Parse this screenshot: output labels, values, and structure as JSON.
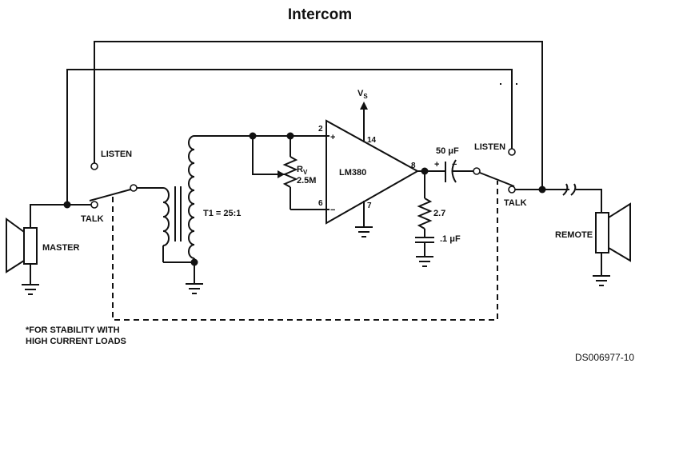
{
  "title": "Intercom",
  "doc_id": "DS006977-10",
  "footnote": {
    "line1": "*FOR STABILITY WITH",
    "line2": "HIGH CURRENT LOADS"
  },
  "labels": {
    "listen_left": "LISTEN",
    "talk_left": "TALK",
    "master": "MASTER",
    "transformer": "T1 = 25:1",
    "rv_name": "R",
    "rv_sub": "V",
    "rv_value": "2.5M",
    "supply_name": "V",
    "supply_sub": "S",
    "opamp": "LM380",
    "pin_2": "2",
    "pin_6": "6",
    "pin_14": "14",
    "pin_7": "7",
    "pin_8": "8",
    "plus_in": "+",
    "minus_in": "−",
    "cap_plus": "+",
    "cap_minus": "−",
    "cap_out": "50 μF",
    "res_out": "2.7",
    "cap_snub": ".1 μF",
    "listen_right": "LISTEN",
    "talk_right": "TALK",
    "remote": "REMOTE"
  }
}
